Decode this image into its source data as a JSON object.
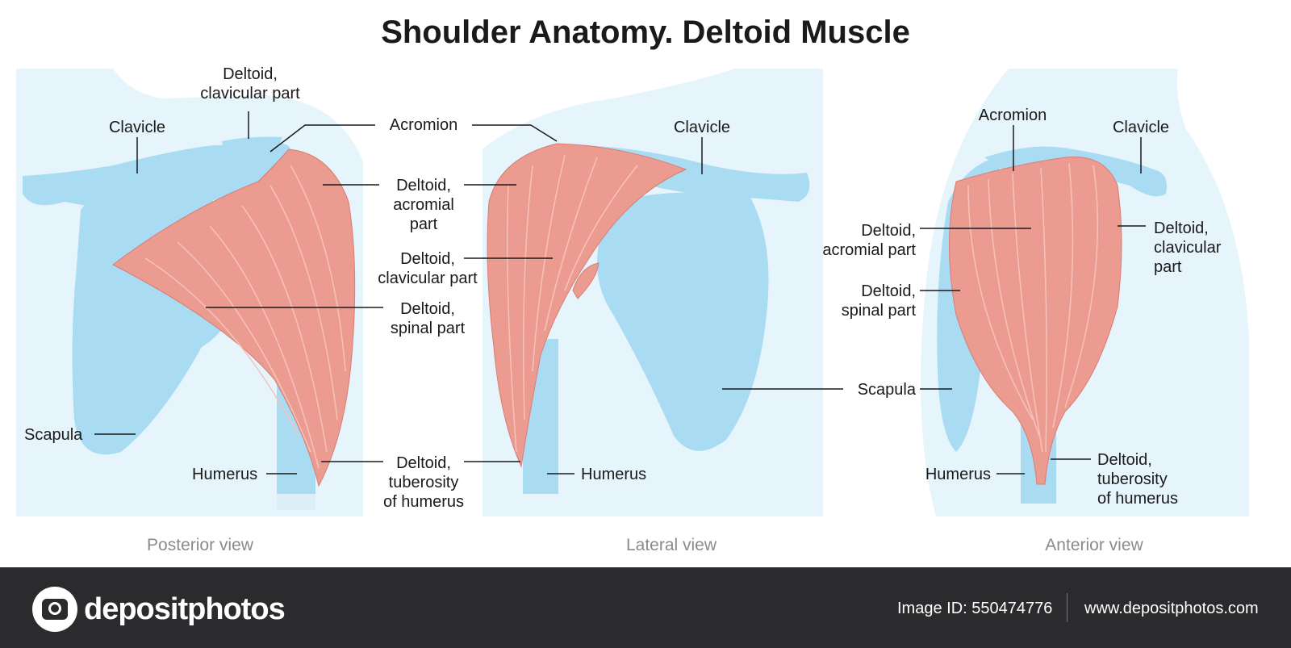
{
  "title": "Shoulder Anatomy. Deltoid Muscle",
  "colors": {
    "bone": "#a9dcf2",
    "background_panel": "#e6f4fc",
    "muscle": "#ec9b91",
    "muscle_light": "#f6c3bb",
    "footer": "#2b2b2d"
  },
  "posterior": {
    "view_label": "Posterior view",
    "labels": {
      "deltoid_clavicular": "Deltoid,\nclavicular part",
      "clavicle": "Clavicle",
      "acromion": "Acromion",
      "deltoid_acromial": "Deltoid,\nacromial\npart",
      "deltoid_clavicular_mid": "Deltoid,\nclavicular part",
      "deltoid_spinal": "Deltoid,\nspinal part",
      "scapula": "Scapula",
      "humerus": "Humerus",
      "deltoid_tuberosity": "Deltoid,\ntuberosity\nof humerus"
    }
  },
  "lateral": {
    "view_label": "Lateral view",
    "labels": {
      "clavicle": "Clavicle",
      "humerus": "Humerus"
    }
  },
  "anterior": {
    "view_label": "Anterior view",
    "labels": {
      "acromion": "Acromion",
      "clavicle": "Clavicle",
      "deltoid_acromial": "Deltoid,\nacromial part",
      "deltoid_clavicular": "Deltoid,\nclavicular\npart",
      "deltoid_spinal": "Deltoid,\nspinal part",
      "scapula": "Scapula",
      "humerus": "Humerus",
      "deltoid_tuberosity": "Deltoid,\ntuberosity\nof humerus"
    }
  },
  "footer": {
    "brand": "depositphotos",
    "image_id": "Image ID: 550474776",
    "website": "www.depositphotos.com"
  }
}
